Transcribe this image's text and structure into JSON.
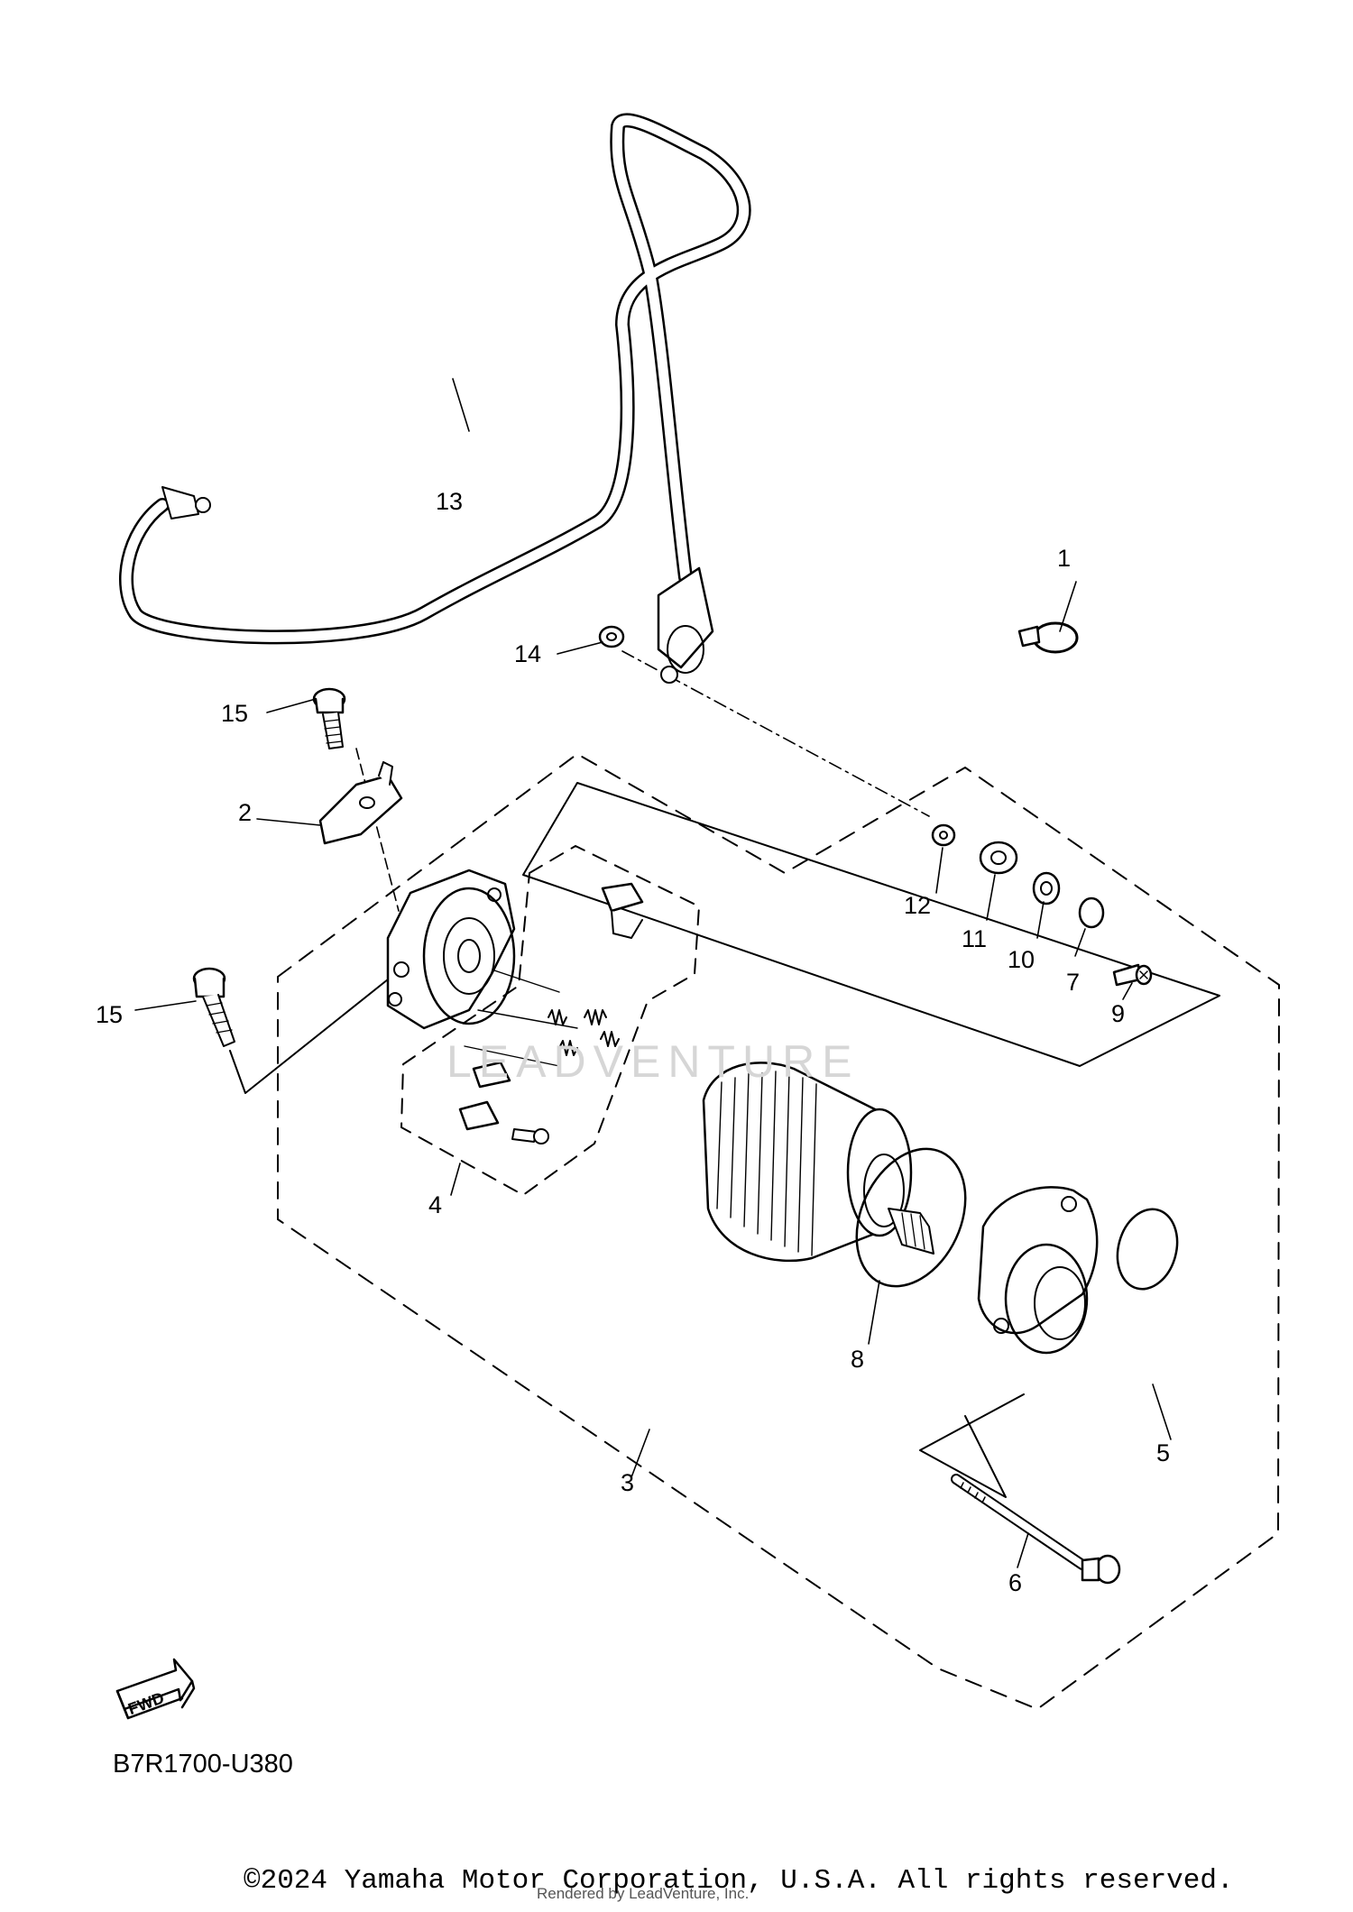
{
  "diagram": {
    "code": "B7R1700-U380",
    "fwd_label": "FWD",
    "watermark": "LEADVENTURE",
    "copyright": "©2024 Yamaha Motor Corporation, U.S.A. All rights reserved.",
    "rendered_by": "Rendered by LeadVenture, Inc.",
    "callouts": {
      "c1": "1",
      "c2": "2",
      "c3": "3",
      "c4": "4",
      "c5": "5",
      "c6": "6",
      "c7": "7",
      "c8": "8",
      "c9": "9",
      "c10": "10",
      "c11": "11",
      "c12": "12",
      "c13": "13",
      "c14": "14",
      "c15a": "15",
      "c15b": "15"
    }
  }
}
